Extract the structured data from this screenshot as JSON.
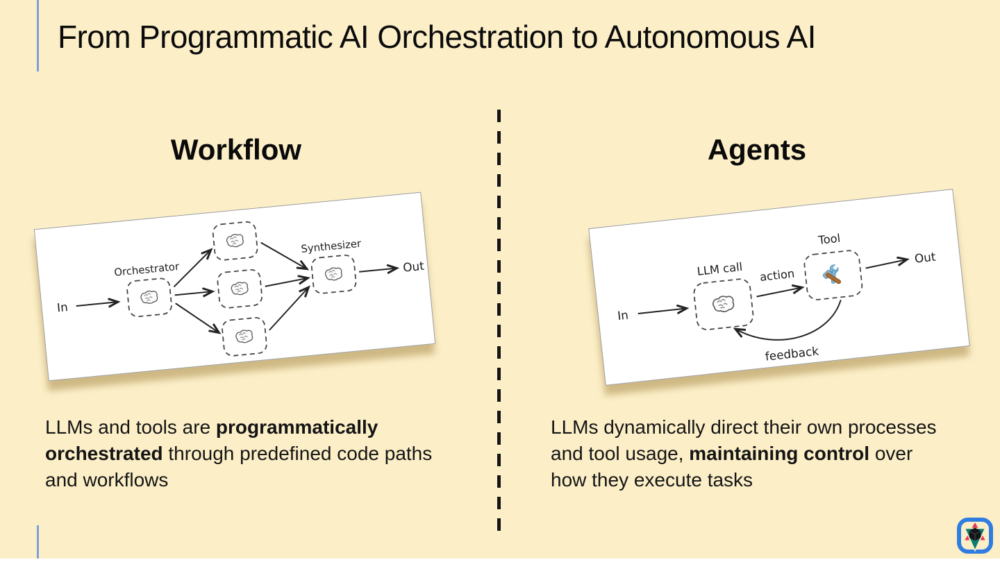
{
  "slide": {
    "title": "From Programmatic AI Orchestration to Autonomous AI"
  },
  "left": {
    "heading": "Workflow",
    "diagram": {
      "in": "In",
      "orchestrator": "Orchestrator",
      "synthesizer": "Synthesizer",
      "out": "Out"
    },
    "caption": [
      {
        "t": "LLMs and tools are ",
        "b": false
      },
      {
        "t": "programmatically orchestrated",
        "b": true
      },
      {
        "t": " through predefined code paths and workflows",
        "b": false
      }
    ]
  },
  "right": {
    "heading": "Agents",
    "diagram": {
      "in": "In",
      "llm": "LLM call",
      "action": "action",
      "tool": "Tool",
      "out": "Out",
      "feedback": "feedback"
    },
    "caption": [
      {
        "t": "LLMs dynamically direct their own processes and tool usage, ",
        "b": false
      },
      {
        "t": "maintaining control",
        "b": true
      },
      {
        "t": " over how they execute tasks",
        "b": false
      }
    ]
  },
  "colors": {
    "background": "#FCEFC8",
    "accent_line": "#7B9FD8",
    "divider": "#141414",
    "card": "#FFFFFF",
    "logo_blue": "#2F7DE1",
    "logo_crimson": "#E23A57",
    "logo_teal": "#0F7D72"
  },
  "icons": {
    "brain": "brain-icon",
    "tool": "hammer-wrench-icon",
    "logo": "prism-star-logo"
  }
}
